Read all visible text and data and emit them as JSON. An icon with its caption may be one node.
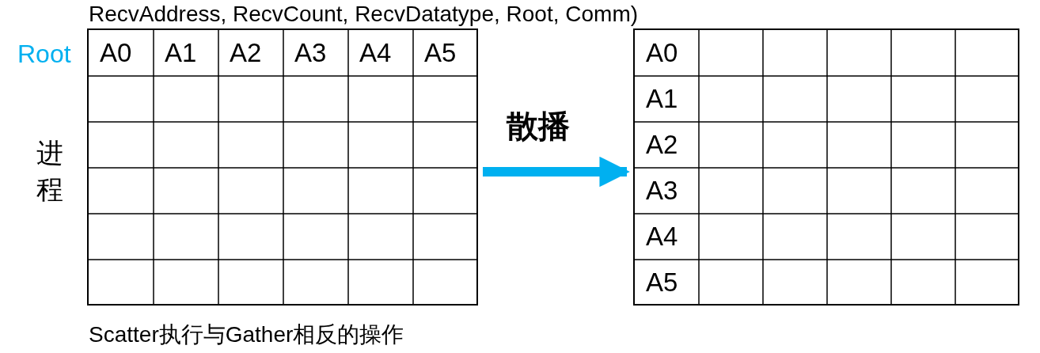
{
  "diagram": {
    "nodes": [
      {
        "text": [],
        "shape": "box"
      },
      {
        "text": [],
        "shape": "box"
      }
    ],
    "edges": [
      {
        "from": 0,
        "to": 1,
        "arrow": "to",
        "label": "散播"
      }
    ],
    "labels": [
      "RecvAddress, RecvCount, RecvDatatype, Root, Comm)",
      "Root",
      "A0",
      "A1",
      "A2",
      "A3",
      "A4",
      "A5",
      "进程",
      "A0",
      "A1",
      "A2",
      "A3",
      "A4",
      "A5",
      "Scatter执行与Gather相反的操作"
    ]
  }
}
